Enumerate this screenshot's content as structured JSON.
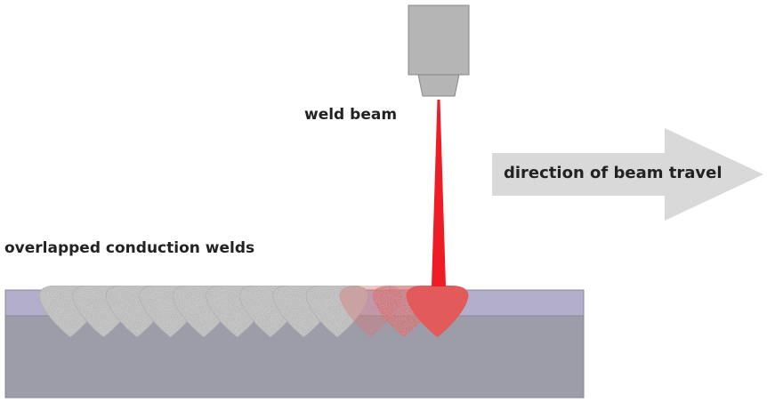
{
  "labels": {
    "weld_beam": "weld beam",
    "direction": "direction of beam travel",
    "welds": "overlapped conduction welds"
  },
  "colors": {
    "workpiece_top": "#b3aecb",
    "workpiece_body": "#9d9ca9",
    "workpiece_edge": "#888894",
    "nozzle": "#b5b5b5",
    "nozzle_edge": "#888888",
    "arrow": "#d9d9d9",
    "beam": "#ee1c24",
    "weld_grey": "#c8c8c8",
    "weld_hot": "#e25a5a",
    "text": "#222222"
  },
  "welds": [
    {
      "state": "solidified"
    },
    {
      "state": "solidified"
    },
    {
      "state": "solidified"
    },
    {
      "state": "solidified"
    },
    {
      "state": "solidified"
    },
    {
      "state": "solidified"
    },
    {
      "state": "solidified"
    },
    {
      "state": "solidified"
    },
    {
      "state": "solidified"
    },
    {
      "state": "cooling",
      "opacity": 0.35
    },
    {
      "state": "cooling",
      "opacity": 0.65
    },
    {
      "state": "molten",
      "opacity": 1.0
    }
  ]
}
